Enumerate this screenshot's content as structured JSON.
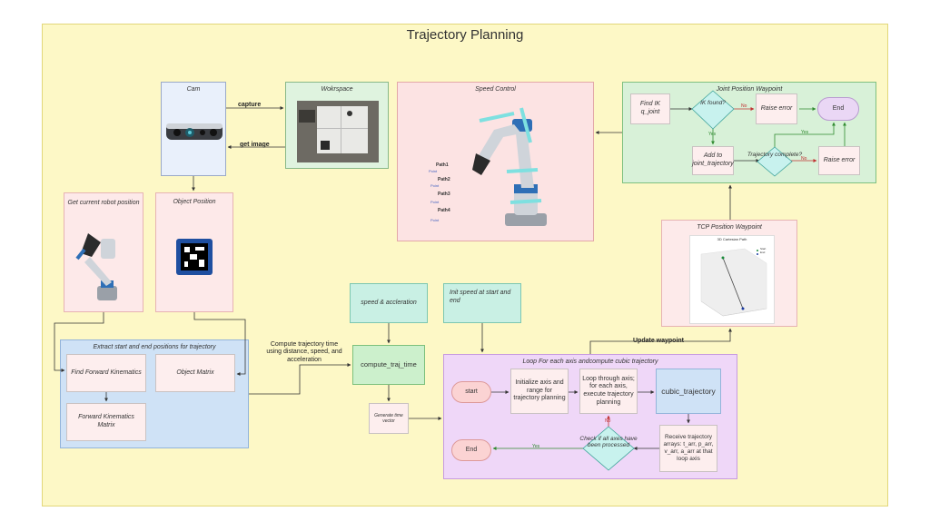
{
  "title": "Trajectory Planning",
  "cam": {
    "title": "Cam"
  },
  "workspace": {
    "title": "Wokrspace"
  },
  "edges": {
    "capture": "capture",
    "get_image": "get image",
    "update_waypoint": "Update waypoint",
    "compute_time": "Compute trajectory time using distance, speed, and acceleration",
    "yes": "Yes",
    "no": "No"
  },
  "speed_control": {
    "title": "Speed Control",
    "paths": [
      "Path1",
      "Path2",
      "Path3",
      "Path4"
    ],
    "point": "Point"
  },
  "joint": {
    "title": "Joint Position Waypoint",
    "find_ik": "Find IK q_joint",
    "ik_found": "IK found?",
    "raise1": "Raise error",
    "end": "End",
    "add": "Add to joint_trajectory",
    "complete": "Trajectory complete?",
    "raise2": "Raise error"
  },
  "get_robot": {
    "title": "Get current robot position"
  },
  "object_pos": {
    "title": "Object Position"
  },
  "tcp": {
    "title": "TCP Position Waypoint",
    "plot_title": "3D Cartesian Path",
    "legend": [
      "Start",
      "End"
    ]
  },
  "extract": {
    "title": "Extract start and end positions for trajectory",
    "fk": "Find Forward Kinematics",
    "fk_matrix": "Forward Kinematics Matrix",
    "object_matrix": "Object Matrix"
  },
  "speed_accel": "speed & accleration",
  "init_speed": "Init speed at start and end",
  "compute_traj_time": "compute_traj_time",
  "gen_time": "Generate time vector",
  "loop": {
    "title": "Loop For each axis andcompute cubic trajectory",
    "start": "start",
    "init_axis": "Initialize axis and range for trajectory planning",
    "loop_through": "Loop through axis; for each axis, execute trajectory planning",
    "cubic": "cubic_trajectory",
    "receive": "Receive trajectory arrays: t_arr, p_arr, v_arr, a_arr at that loop axis",
    "check": "Check if all axes have been processed",
    "end": "End"
  }
}
